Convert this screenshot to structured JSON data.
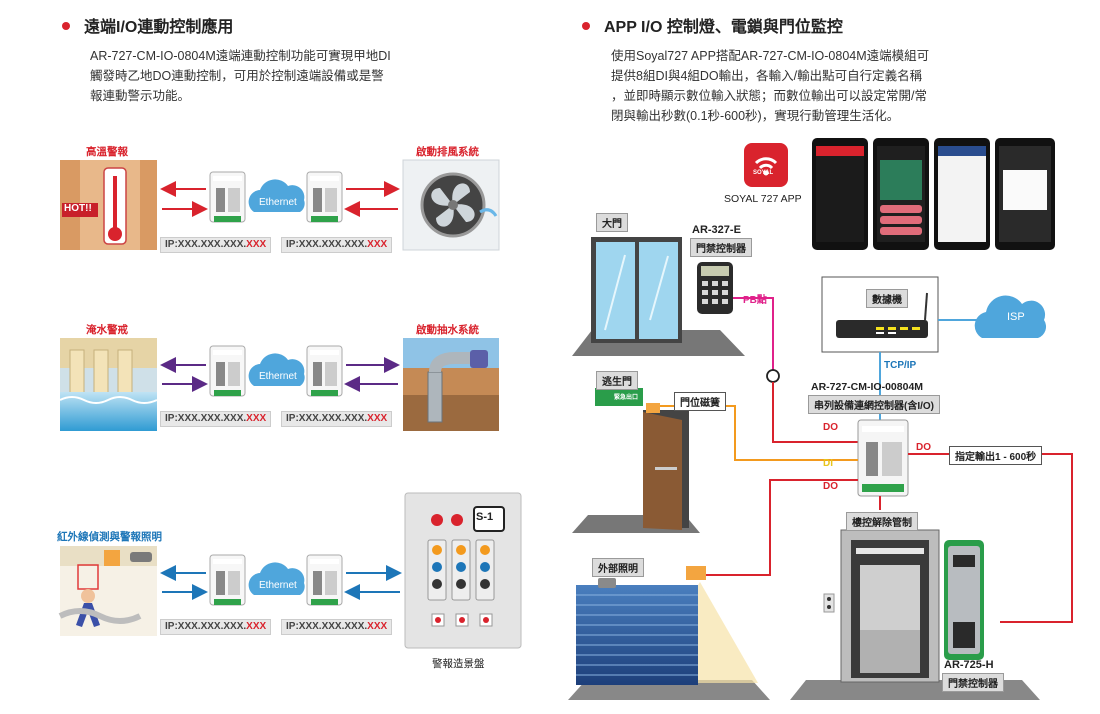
{
  "left": {
    "title": "遠端I/O連動控制應用",
    "desc": [
      "AR-727-CM-IO-0804M遠端連動控制功能可實現甲地DI",
      "觸發時乙地DO連動控制，可用於控制遠端設備或是警",
      "報連動警示功能。"
    ],
    "rows": [
      {
        "left_label": "高溫警報",
        "right_label": "啟動排風系統",
        "cloud": "Ethernet",
        "ip_left_a": "IP:XXX.XXX.XXX.",
        "ip_left_b": "XXX",
        "ip_right_a": "IP:XXX.XXX.XXX.",
        "ip_right_b": "XXX"
      },
      {
        "left_label": "淹水警戒",
        "right_label": "啟動抽水系統",
        "cloud": "Ethernet",
        "ip_left_a": "IP:XXX.XXX.XXX.",
        "ip_left_b": "XXX",
        "ip_right_a": "IP:XXX.XXX.XXX.",
        "ip_right_b": "XXX"
      },
      {
        "left_label": "紅外線偵測與警報照明",
        "right_label": "警報造景盤",
        "cloud": "Ethernet",
        "ip_left_a": "IP:XXX.XXX.XXX.",
        "ip_left_b": "XXX",
        "ip_right_a": "IP:XXX.XXX.XXX.",
        "ip_right_b": "XXX"
      }
    ],
    "hot_text": "HOT!!",
    "panel_badge": "S-1"
  },
  "right": {
    "title": "APP I/O 控制燈、電鎖與門位監控",
    "desc": [
      "使用Soyal727 APP搭配AR-727-CM-IO-0804M遠端模組可",
      "提供8組DI與4組DO輸出，各輸入/輸出點可自行定義名稱",
      "，並即時顯示數位輸入狀態；而數位輸出可以設定常開/常",
      "閉與輸出秒數(0.1秒-600秒)，實現行動管理生活化。"
    ],
    "app_label": "SOYAL 727 APP",
    "app_icon_text": "SOYAL",
    "main_door": "大門",
    "reader_model": "AR-327-E",
    "reader_desc": "門禁控制器",
    "pb_label": "PB點",
    "modem_label": "數據機",
    "isp_label": "ISP",
    "tcpip_label": "TCP/IP",
    "controller_model": "AR-727-CM-IO-00804M",
    "controller_desc": "串列設備連網控制器(含I/O)",
    "escape_door": "逃生門",
    "exit_sign": "緊急出口",
    "door_sensor": "門位磁簧",
    "outdoor_light": "外部照明",
    "output_time": "指定輸出1 - 600秒",
    "elevator_label": "樓控解除管制",
    "ctrl2_model": "AR-725-H",
    "ctrl2_desc": "門禁控制器",
    "sig_do1": "DO",
    "sig_di": "DI",
    "sig_do2": "DO",
    "sig_do3": "DO",
    "brand": "SOYAL"
  },
  "colors": {
    "accent_red": "#d9232d",
    "accent_blue": "#1d76b8",
    "purple": "#5b2a86",
    "pink": "#e0218a",
    "orange": "#f39a1e",
    "yellow": "#e8c51c"
  }
}
